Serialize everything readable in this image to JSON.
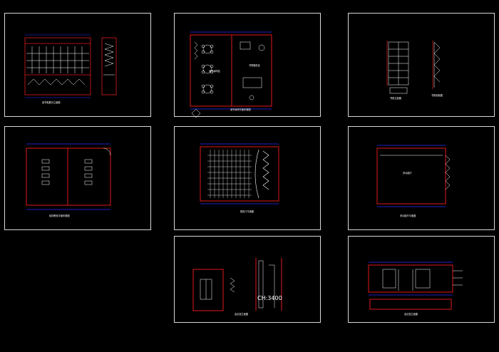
{
  "workspace": {
    "background": "#000000",
    "sheet_border_color": "#d8d8d8",
    "line_colors": {
      "wall": "#e01818",
      "dimension": "#2a2aff",
      "detail": "#ffffff",
      "accent": "#ff3030"
    }
  },
  "sheets": [
    {
      "id": "display-cabinet-elevation",
      "caption": "营书柜展示立面图"
    },
    {
      "id": "reading-room-plan",
      "caption": "读书休闲平面布置图",
      "labels": {
        "left_room": "读书休闲区",
        "right_room": "书吧服务区"
      }
    },
    {
      "id": "bookshelf-elevation",
      "caption": "书架立面图",
      "side_caption": "书架剖面图"
    },
    {
      "id": "classroom-plan",
      "caption": "培训教室平面布置图"
    },
    {
      "id": "auditorium-plan",
      "caption": "报告厅平面图"
    },
    {
      "id": "multipurpose-hall-plan",
      "caption": "多功能厅平面图",
      "labels": {
        "room": "多功能厅"
      }
    },
    {
      "id": "meeting-room-elevation",
      "caption": "会议室立面图",
      "height_mark": "CH:3400"
    },
    {
      "id": "meeting-room-elevation-2",
      "caption": "会议室立面图"
    }
  ]
}
